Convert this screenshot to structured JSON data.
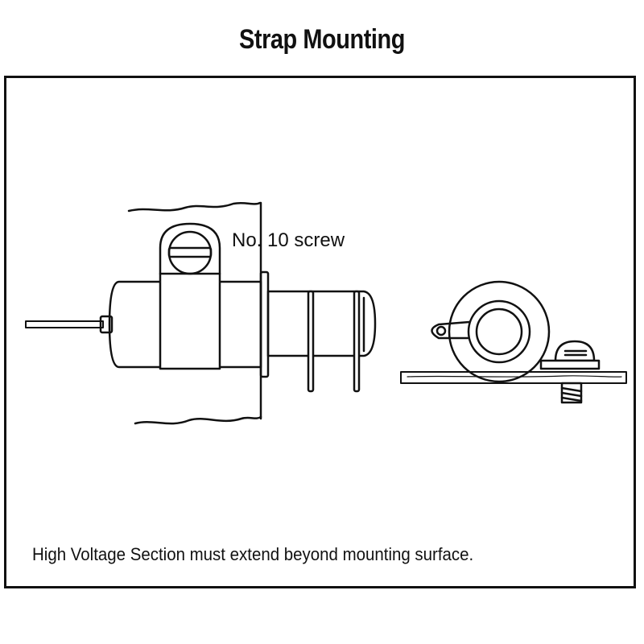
{
  "title": "Strap Mounting",
  "labels": {
    "screw": "No. 10 screw"
  },
  "caption": "High Voltage Section must extend beyond mounting surface."
}
